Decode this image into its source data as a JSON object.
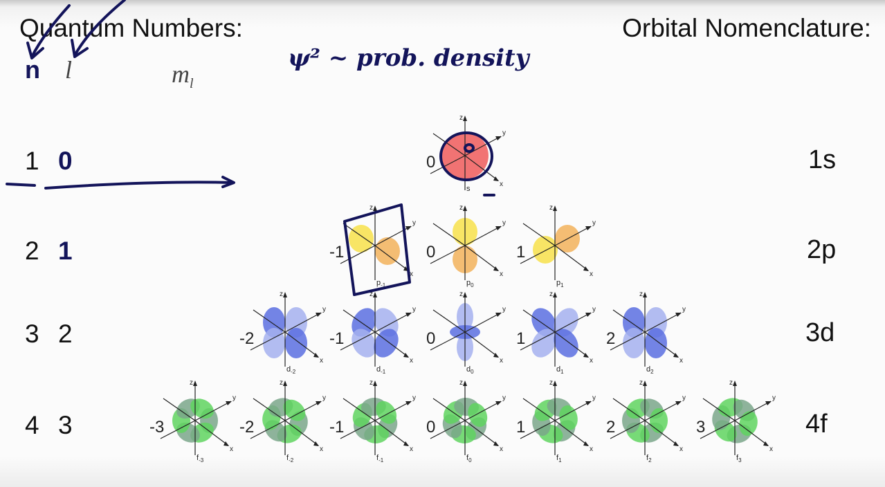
{
  "header": {
    "left_title": "Quantum Numbers:",
    "right_title": "Orbital Nomenclature:"
  },
  "columns": {
    "n": "n",
    "l": "l",
    "ml": "m",
    "ml_sub": "l"
  },
  "annotation": {
    "handwritten_note": "ψ² ~ prob. density"
  },
  "rows": [
    {
      "n": "1",
      "l": "0",
      "name": "1s",
      "orbitals": [
        {
          "ml": "0",
          "label": "s",
          "sub": "",
          "color": "#ef5b5b"
        }
      ]
    },
    {
      "n": "2",
      "l": "1",
      "name": "2p",
      "orbitals": [
        {
          "ml": "-1",
          "label": "p",
          "sub": "-1",
          "color": "#f2b25a"
        },
        {
          "ml": "0",
          "label": "p",
          "sub": "0",
          "color": "#f2b25a"
        },
        {
          "ml": "1",
          "label": "p",
          "sub": "1",
          "color": "#f2b25a"
        }
      ]
    },
    {
      "n": "3",
      "l": "2",
      "name": "3d",
      "orbitals": [
        {
          "ml": "-2",
          "label": "d",
          "sub": "-2",
          "color": "#5b6fe0"
        },
        {
          "ml": "-1",
          "label": "d",
          "sub": "-1",
          "color": "#5b6fe0"
        },
        {
          "ml": "0",
          "label": "d",
          "sub": "0",
          "color": "#5b6fe0"
        },
        {
          "ml": "1",
          "label": "d",
          "sub": "1",
          "color": "#5b6fe0"
        },
        {
          "ml": "2",
          "label": "d",
          "sub": "2",
          "color": "#5b6fe0"
        }
      ]
    },
    {
      "n": "4",
      "l": "3",
      "name": "4f",
      "orbitals": [
        {
          "ml": "-3",
          "label": "f",
          "sub": "-3",
          "color": "#5fd35f"
        },
        {
          "ml": "-2",
          "label": "f",
          "sub": "-2",
          "color": "#5fd35f"
        },
        {
          "ml": "-1",
          "label": "f",
          "sub": "-1",
          "color": "#5fd35f"
        },
        {
          "ml": "0",
          "label": "f",
          "sub": "0",
          "color": "#5fd35f"
        },
        {
          "ml": "1",
          "label": "f",
          "sub": "1",
          "color": "#5fd35f"
        },
        {
          "ml": "2",
          "label": "f",
          "sub": "2",
          "color": "#5fd35f"
        },
        {
          "ml": "3",
          "label": "f",
          "sub": "3",
          "color": "#5fd35f"
        }
      ]
    }
  ],
  "axes": {
    "x": "x",
    "y": "y",
    "z": "z"
  },
  "ink_color": "#13145a"
}
